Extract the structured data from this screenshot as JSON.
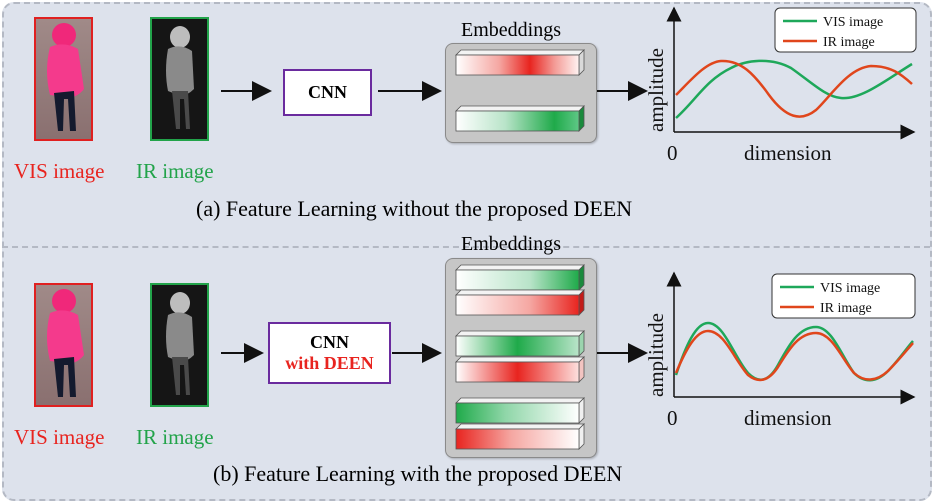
{
  "panel_a": {
    "vis_label": "VIS image",
    "ir_label": "IR image",
    "cnn_label": "CNN",
    "embeddings_title": "Embeddings",
    "plot": {
      "ylabel": "amplitude",
      "xlabel": "dimension",
      "origin": "0",
      "legend": [
        "VIS image",
        "IR image"
      ]
    },
    "caption": "(a) Feature Learning without the proposed DEEN"
  },
  "panel_b": {
    "vis_label": "VIS image",
    "ir_label": "IR image",
    "cnn_label": "CNN",
    "cnn_sublabel": "with DEEN",
    "embeddings_title": "Embeddings",
    "plot": {
      "ylabel": "amplitude",
      "xlabel": "dimension",
      "origin": "0",
      "legend": [
        "VIS image",
        "IR image"
      ]
    },
    "caption": "(b) Feature Learning with the proposed DEEN"
  },
  "colors": {
    "vis": "#e8241f",
    "ir": "#22a34a",
    "cnn_border": "#6a2b9e",
    "curve_green": "#1ea85a",
    "curve_red": "#e0461c"
  }
}
